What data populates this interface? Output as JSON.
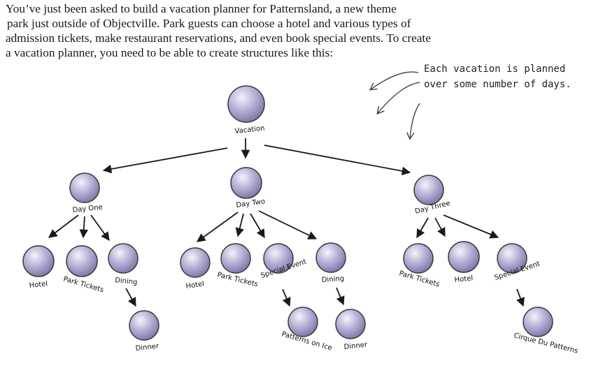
{
  "intro_lines": [
    "You’ve just been asked to build a vacation planner for Patternsland, a new theme",
    "park just outside of Objectville. Park guests can choose a hotel and various types of",
    "admission tickets, make restaurant reservations, and even book special events. To create",
    "a vacation planner, you need to be able to create structures like this:"
  ],
  "annotation_lines": [
    "Each vacation is planned",
    "over some number of days."
  ],
  "nodes": {
    "vacation": "Vacation",
    "day_one": "Day One",
    "day_two": "Day Two",
    "day_three": "Day Three",
    "d1_hotel": "Hotel",
    "d1_park_tickets": "Park Tickets",
    "d1_dining": "Dining",
    "d1_dinner": "Dinner",
    "d2_hotel": "Hotel",
    "d2_park_tickets": "Park Tickets",
    "d2_special_event": "Special Event",
    "d2_dining": "Dining",
    "d2_patterns_on_ice": "Patterns on Ice",
    "d2_dinner": "Dinner",
    "d3_park_tickets": "Park Tickets",
    "d3_hotel": "Hotel",
    "d3_special_event": "Special Event",
    "d3_cirque": "Cirque Du Patterns"
  },
  "colors": {
    "node_fill": "#b9b6d9",
    "node_stroke": "#3a3a3a",
    "line": "#1a1a1a"
  }
}
